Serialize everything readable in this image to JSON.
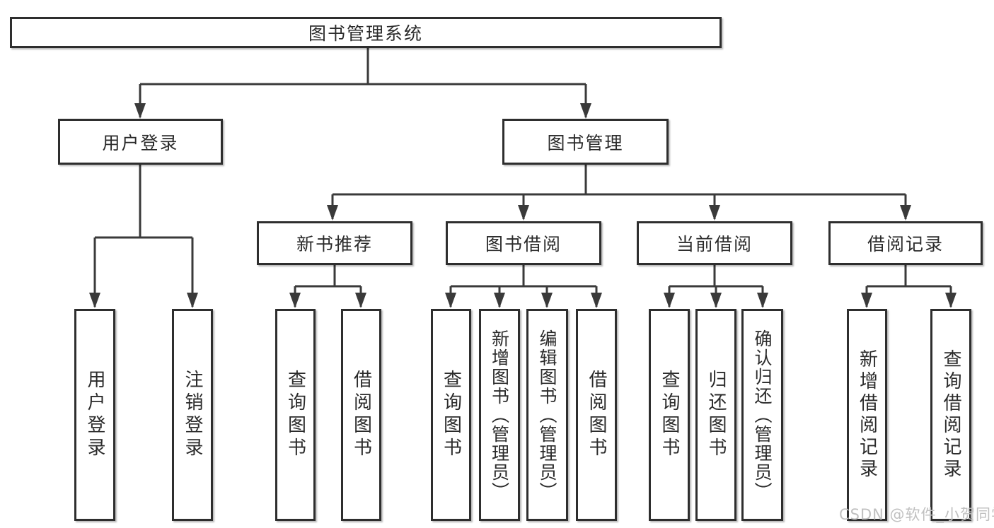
{
  "diagram_title": "图书管理系统",
  "tree": {
    "root": {
      "label": "图书管理系统",
      "children": [
        {
          "label": "用户登录",
          "children": [
            {
              "label": "用户登录"
            },
            {
              "label": "注销登录"
            }
          ]
        },
        {
          "label": "图书管理",
          "children": [
            {
              "label": "新书推荐",
              "children": [
                {
                  "label": "查询图书"
                },
                {
                  "label": "借阅图书"
                }
              ]
            },
            {
              "label": "图书借阅",
              "children": [
                {
                  "label": "查询图书"
                },
                {
                  "label": "新增图书（管理员）"
                },
                {
                  "label": "编辑图书（管理员）"
                },
                {
                  "label": "借阅图书"
                }
              ]
            },
            {
              "label": "当前借阅",
              "children": [
                {
                  "label": "查询图书"
                },
                {
                  "label": "归还图书"
                },
                {
                  "label": "确认归还（管理员）"
                }
              ]
            },
            {
              "label": "借阅记录",
              "children": [
                {
                  "label": "新增借阅记录"
                },
                {
                  "label": "查询借阅记录"
                }
              ]
            }
          ]
        }
      ]
    }
  },
  "watermark": {
    "text": "CSDN @软件_小贺同学"
  },
  "colors": {
    "line": "#3a3a3a",
    "box_border": "#2e2e2e",
    "box_fill": "#ffffff",
    "text": "#2b2b2b",
    "watermark": "#c0c0c0"
  }
}
